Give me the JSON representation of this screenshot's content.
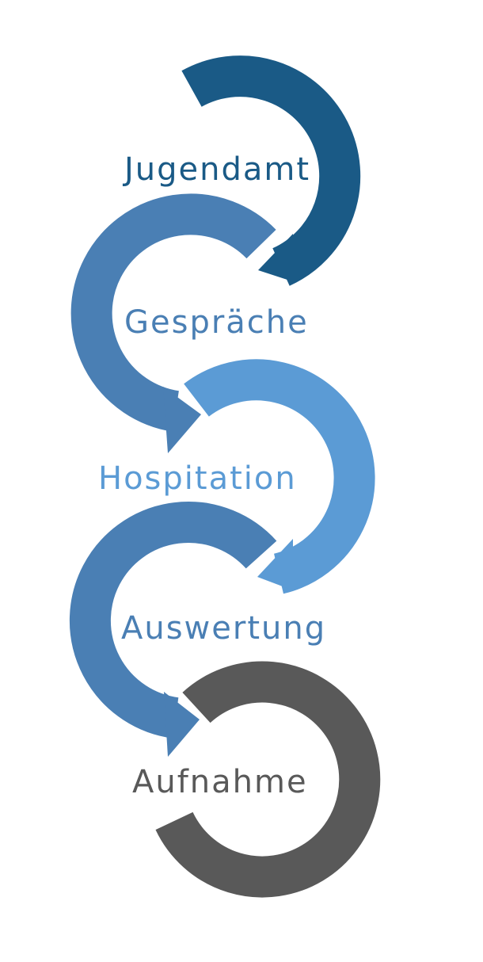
{
  "steps": [
    {
      "label": "Jugendamt",
      "color": "#1a5a86"
    },
    {
      "label": "Gespräche",
      "color": "#4a7fb4"
    },
    {
      "label": "Hospitation",
      "color": "#5b9bd5"
    },
    {
      "label": "Auswertung",
      "color": "#4a7fb4"
    },
    {
      "label": "Aufnahme",
      "color": "#595959"
    }
  ]
}
